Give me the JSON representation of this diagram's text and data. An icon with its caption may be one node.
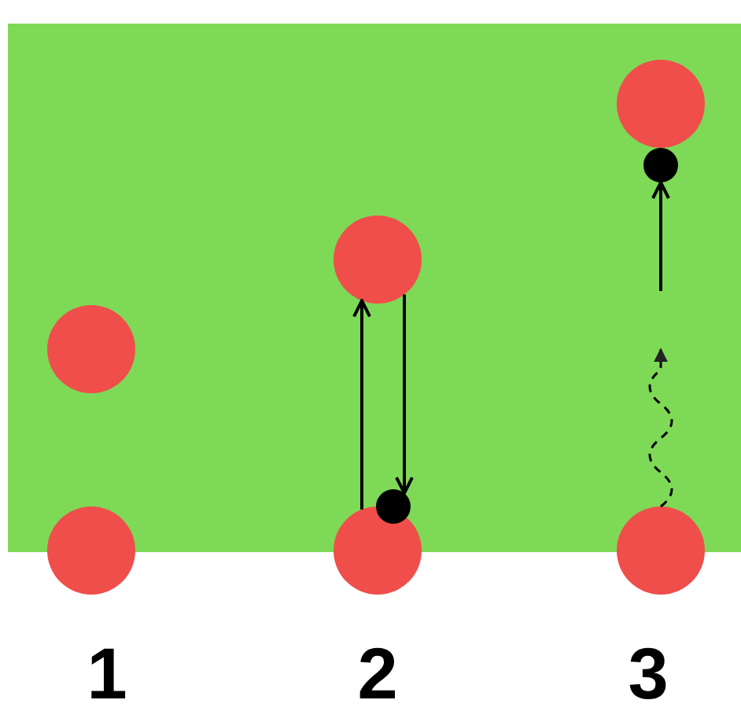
{
  "diagram": {
    "nodes": [
      {
        "text": [],
        "shape": "circle"
      },
      {
        "text": [],
        "shape": "circle"
      },
      {
        "text": [],
        "shape": "circle"
      },
      {
        "text": [],
        "shape": "circle"
      },
      {
        "text": [],
        "shape": "circle"
      },
      {
        "text": [],
        "shape": "circle"
      },
      {
        "text": [],
        "shape": "circle"
      },
      {
        "text": [],
        "shape": "circle"
      }
    ],
    "edges": [
      {
        "from": 3,
        "to": 2,
        "arrow": "to"
      },
      {
        "from": 2,
        "to": 6,
        "arrow": "to"
      },
      {
        "from": 5,
        "to": null,
        "arrow": "to",
        "style": "dashed"
      },
      {
        "from": null,
        "to": 7,
        "arrow": "to"
      }
    ],
    "labels": [
      "1",
      "2",
      "3"
    ]
  }
}
